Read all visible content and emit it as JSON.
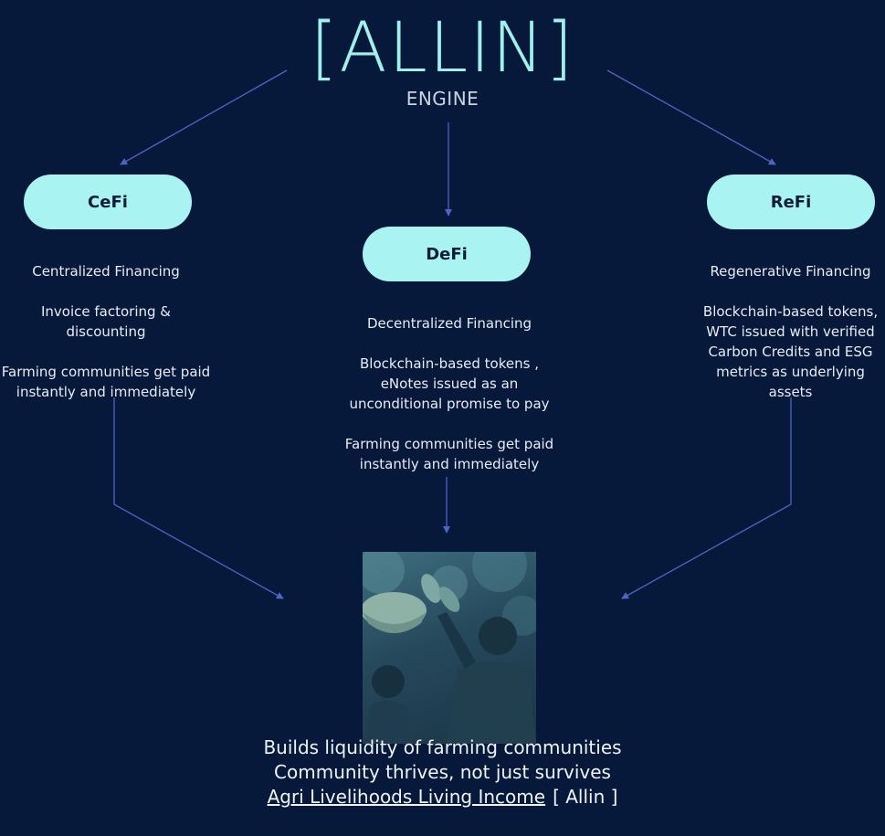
{
  "header": {
    "brand": "[ALLIN]",
    "subtitle": "ENGINE"
  },
  "cefi": {
    "label": "CeFi",
    "lines": [
      "Centralized Financing",
      "Invoice factoring & discounting",
      "Farming communities get paid instantly and immediately"
    ]
  },
  "defi": {
    "label": "DeFi",
    "lines": [
      "Decentralized Financing",
      "Blockchain-based tokens , eNotes issued as an unconditional promise to pay",
      "Farming communities get paid instantly and immediately"
    ]
  },
  "refi": {
    "label": "ReFi",
    "lines": [
      "Regenerative Financing",
      "Blockchain-based tokens, WTC issued with verified Carbon Credits and ESG metrics as underlying assets"
    ]
  },
  "footer": {
    "line1": "Builds liquidity of farming communities",
    "line2": "Community thrives, not just survives",
    "link": "Agri Livelihoods Living Income",
    "tag": "[ Allin ]"
  },
  "colors": {
    "background": "#07193a",
    "brand": "#9ff1ee",
    "pill": "#a9f3f2",
    "connector": "#4f63c4"
  }
}
